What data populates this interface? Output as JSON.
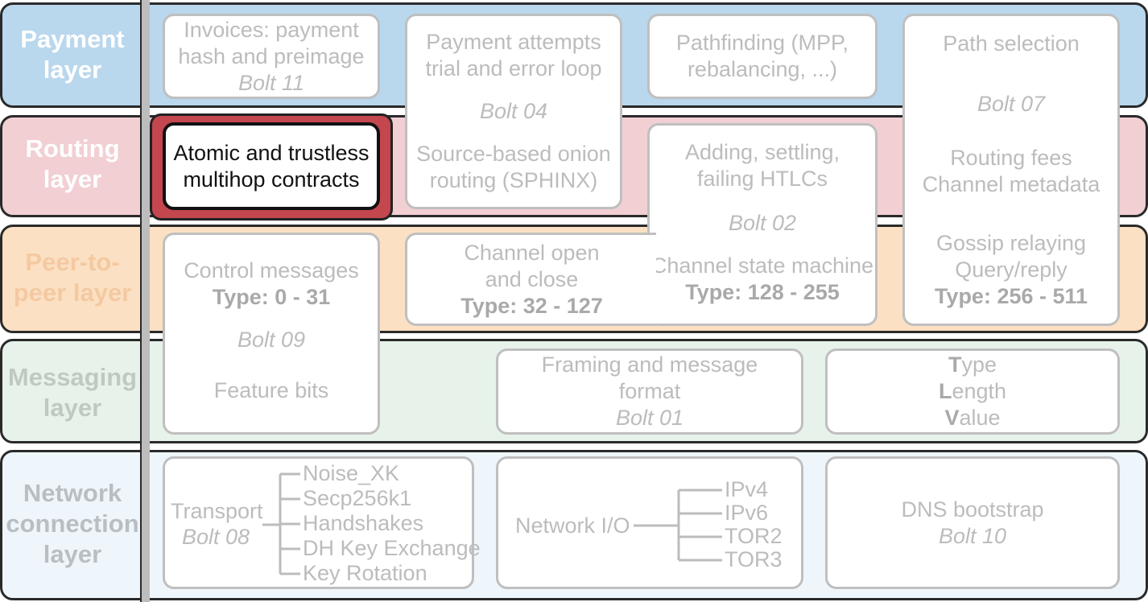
{
  "layers": {
    "payment": {
      "line1": "Payment",
      "line2": "layer",
      "color": "#b9d7ed"
    },
    "routing": {
      "line1": "Routing",
      "line2": "layer",
      "color": "#f1cfd3"
    },
    "p2p": {
      "line1": "Peer-to-",
      "line2": "peer layer",
      "color": "#fbe0c3"
    },
    "messaging": {
      "line1": "Messaging",
      "line2": "layer",
      "color": "#e7f3ea"
    },
    "network": {
      "line1": "Network",
      "line2": "connection",
      "line3": "layer",
      "color": "#eff6fb"
    }
  },
  "boxes": {
    "invoices": {
      "line1": "Invoices: payment",
      "line2": "hash and preimage",
      "bolt": "Bolt 11"
    },
    "payment_attempts": {
      "line1": "Payment attempts",
      "line2": "trial and error loop",
      "bolt": "Bolt 04",
      "line3": "Source-based onion",
      "line4": "routing (SPHINX)"
    },
    "pathfinding": {
      "line1": "Pathfinding (MPP,",
      "line2": "rebalancing, ...)"
    },
    "path_selection": {
      "line1": "Path selection",
      "bolt": "Bolt 07",
      "line2": "Routing fees",
      "line3": "Channel metadata",
      "line4": "Gossip relaying",
      "line5": "Query/reply",
      "type": "Type: 256 - 511"
    },
    "atomic": {
      "line1": "Atomic and trustless",
      "line2": "multihop contracts"
    },
    "htlcs": {
      "line1": "Adding, settling,",
      "line2": "failing HTLCs",
      "bolt": "Bolt 02",
      "line3": "Channel state machine",
      "type": "Type: 128 - 255"
    },
    "control": {
      "line1": "Control messages",
      "type": "Type: 0 - 31",
      "bolt": "Bolt 09",
      "line2": "Feature bits"
    },
    "channel_open": {
      "line1": "Channel open",
      "line2": "and close",
      "type": "Type: 32 - 127"
    },
    "framing": {
      "line1": "Framing and message",
      "line2": "format",
      "bolt": "Bolt 01"
    },
    "tlv": {
      "t1": "T",
      "t2": "ype",
      "l1": "L",
      "l2": "ength",
      "v1": "V",
      "v2": "alue"
    },
    "transport": {
      "line1": "Transport",
      "bolt": "Bolt 08",
      "items": [
        "Noise_XK",
        "Secp256k1",
        "Handshakes",
        "DH Key Exchange",
        "Key Rotation"
      ]
    },
    "network_io": {
      "line1": "Network I/O",
      "items": [
        "IPv4",
        "IPv6",
        "TOR2",
        "TOR3"
      ]
    },
    "dns": {
      "line1": "DNS bootstrap",
      "bolt": "Bolt 10"
    }
  }
}
